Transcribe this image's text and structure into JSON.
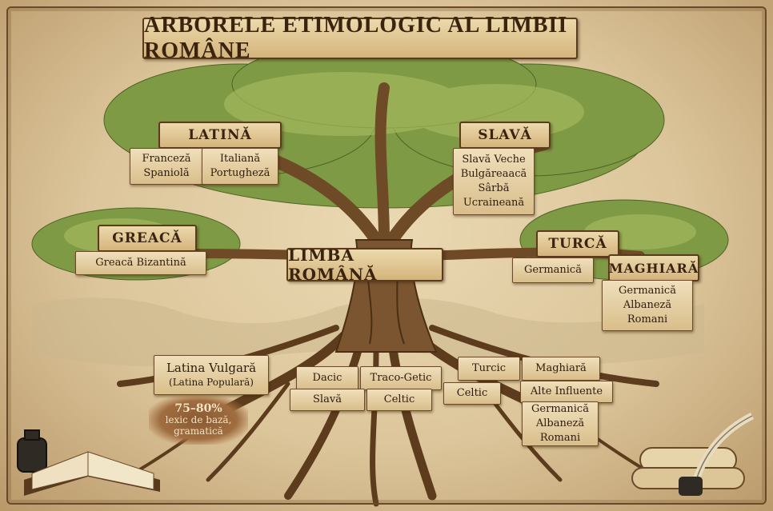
{
  "title": "Arborele Etimologic al Limbii Române",
  "center": "Limba Română",
  "branches": {
    "latina": {
      "label": "Latină",
      "left": [
        "Franceză",
        "Spaniolă"
      ],
      "right": [
        "Italiană",
        "Portugheză"
      ]
    },
    "slava": {
      "label": "Slavă",
      "items": [
        "Slavă Veche",
        "Bulgăreaacă",
        "Sârbă",
        "Ucraineană"
      ]
    },
    "greaca": {
      "label": "Greacă",
      "items": [
        "Greacă Bizantină"
      ]
    },
    "turca": {
      "label": "Turcă",
      "items": [
        "Germanică"
      ]
    },
    "maghiara": {
      "label": "Maghiară",
      "items": [
        "Germanică",
        "Albaneză",
        "Romani"
      ]
    }
  },
  "roots": {
    "latina_vulgara": {
      "label": "Latina Vulgară",
      "sub": "(Latina Populară)"
    },
    "stat": {
      "pct": "75–80%",
      "line1": "lexic de bază,",
      "line2": "gramatică"
    },
    "substrate": [
      "Dacic",
      "Traco-Getic",
      "Slavă",
      "Celtic"
    ],
    "turcic": "Turcic",
    "celtic": "Celtic",
    "maghiara": "Maghiară",
    "alte": "Alte Influente",
    "alte_items": [
      "Germanică",
      "Albaneză",
      "Romani"
    ]
  },
  "colors": {
    "parchment": "#e3cfa5",
    "ink": "#3a2410",
    "trunk": "#7a5530",
    "foliage": "#7f9a45"
  }
}
